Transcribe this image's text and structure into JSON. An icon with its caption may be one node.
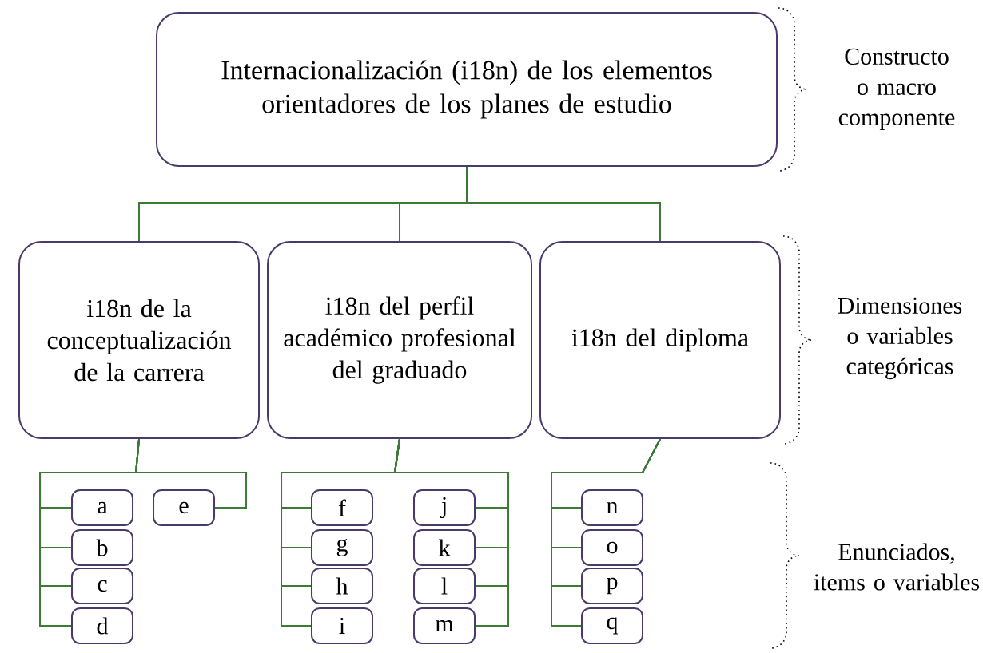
{
  "diagram": {
    "nodes": [
      {
        "text": [
          "Internacionalización (i18n) de los elementos orientadores de los planes de estudio"
        ]
      },
      {
        "text": [
          "i18n de la conceptualización de la carrera"
        ]
      },
      {
        "text": [
          "i18n del perfil académico profesional del graduado"
        ]
      },
      {
        "text": [
          "i18n del diploma"
        ]
      },
      {
        "text": [
          "a"
        ]
      },
      {
        "text": [
          "b"
        ]
      },
      {
        "text": [
          "c"
        ]
      },
      {
        "text": [
          "d"
        ]
      },
      {
        "text": [
          "e"
        ]
      },
      {
        "text": [
          "f"
        ]
      },
      {
        "text": [
          "g"
        ]
      },
      {
        "text": [
          "h"
        ]
      },
      {
        "text": [
          "i"
        ]
      },
      {
        "text": [
          "j"
        ]
      },
      {
        "text": [
          "k"
        ]
      },
      {
        "text": [
          "l"
        ]
      },
      {
        "text": [
          "m"
        ]
      },
      {
        "text": [
          "n"
        ]
      },
      {
        "text": [
          "o"
        ]
      },
      {
        "text": [
          "p"
        ]
      },
      {
        "text": [
          "q"
        ]
      }
    ],
    "edges": [
      {
        "from": 0,
        "to": 1,
        "arrow": "none"
      },
      {
        "from": 0,
        "to": 2,
        "arrow": "none"
      },
      {
        "from": 0,
        "to": 3,
        "arrow": "none"
      },
      {
        "from": 1,
        "to": 4,
        "arrow": "none"
      },
      {
        "from": 1,
        "to": 5,
        "arrow": "none"
      },
      {
        "from": 1,
        "to": 6,
        "arrow": "none"
      },
      {
        "from": 1,
        "to": 7,
        "arrow": "none"
      },
      {
        "from": 1,
        "to": 8,
        "arrow": "none"
      },
      {
        "from": 2,
        "to": 9,
        "arrow": "none"
      },
      {
        "from": 2,
        "to": 10,
        "arrow": "none"
      },
      {
        "from": 2,
        "to": 11,
        "arrow": "none"
      },
      {
        "from": 2,
        "to": 12,
        "arrow": "none"
      },
      {
        "from": 2,
        "to": 13,
        "arrow": "none"
      },
      {
        "from": 2,
        "to": 14,
        "arrow": "none"
      },
      {
        "from": 2,
        "to": 15,
        "arrow": "none"
      },
      {
        "from": 2,
        "to": 16,
        "arrow": "none"
      },
      {
        "from": 3,
        "to": 17,
        "arrow": "none"
      },
      {
        "from": 3,
        "to": 18,
        "arrow": "none"
      },
      {
        "from": 3,
        "to": 19,
        "arrow": "none"
      },
      {
        "from": 3,
        "to": 20,
        "arrow": "none"
      }
    ],
    "labels": [
      "Constructo o macro componente",
      "Dimensiones o variables categóricas",
      "Enunciados, items o variables"
    ]
  }
}
